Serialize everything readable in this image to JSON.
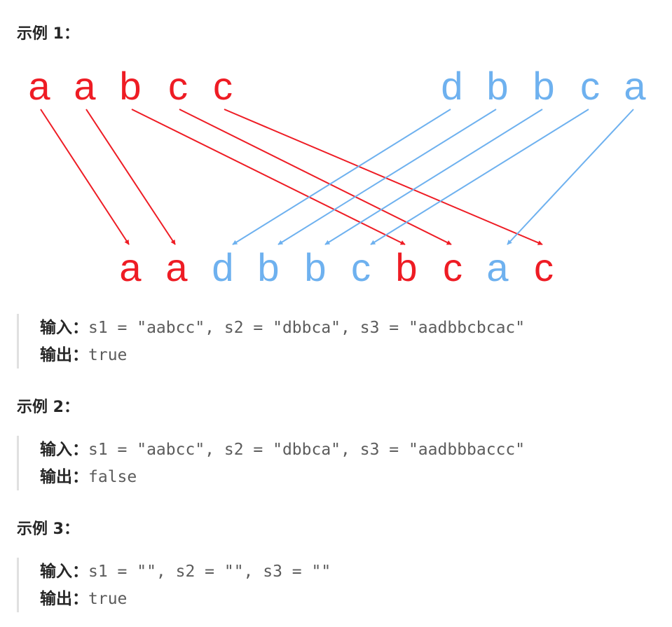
{
  "examples": [
    {
      "heading": "示例 1：",
      "input_label": "输入：",
      "input_value": "s1 = \"aabcc\", s2 = \"dbbca\", s3 = \"aadbbcbcac\"",
      "output_label": "输出：",
      "output_value": "true"
    },
    {
      "heading": "示例 2：",
      "input_label": "输入：",
      "input_value": "s1 = \"aabcc\", s2 = \"dbbca\", s3 = \"aadbbbaccc\"",
      "output_label": "输出：",
      "output_value": "false"
    },
    {
      "heading": "示例 3：",
      "input_label": "输入：",
      "input_value": "s1 = \"\", s2 = \"\", s3 = \"\"",
      "output_label": "输出：",
      "output_value": "true"
    }
  ],
  "diagram": {
    "s1": [
      "a",
      "a",
      "b",
      "c",
      "c"
    ],
    "s2": [
      "d",
      "b",
      "b",
      "c",
      "a"
    ],
    "s3": [
      "a",
      "a",
      "d",
      "b",
      "b",
      "c",
      "b",
      "c",
      "a",
      "c"
    ],
    "s3_source": [
      "s1",
      "s1",
      "s2",
      "s2",
      "s2",
      "s2",
      "s1",
      "s1",
      "s2",
      "s1"
    ],
    "s1_targets": [
      0,
      1,
      6,
      7,
      9
    ],
    "s2_targets": [
      2,
      3,
      4,
      5,
      8
    ],
    "colors": {
      "s1": "#ee1c24",
      "s2": "#6eb1ef"
    }
  }
}
